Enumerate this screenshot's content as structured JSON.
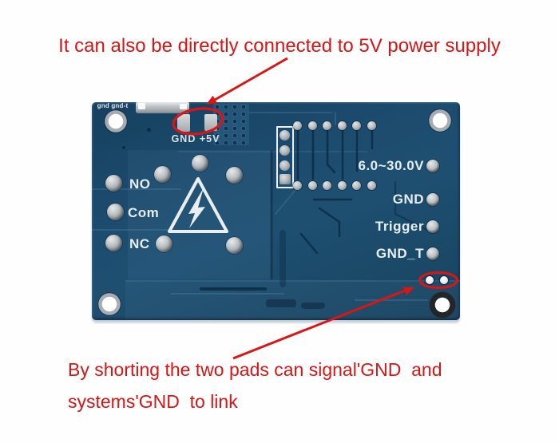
{
  "annotations": {
    "top_note": "It can also be directly connected to 5V power supply",
    "bottom_note_line1": "By shorting the two pads can signal'GND  and",
    "bottom_note_line2": "systems'GND  to link",
    "accent_color": "#d91515"
  },
  "board": {
    "power_pads_label": "GND +5V",
    "relay_pins": {
      "no": "NO",
      "com": "Com",
      "nc": "NC"
    },
    "right_pins": {
      "power": "6.0~30.0V",
      "gnd": "GND",
      "trigger": "Trigger",
      "gnd_t": "GND_T"
    },
    "jumper_pads_label": "gnd gnd-t",
    "colors": {
      "pcb_blue": "#1c4a6c",
      "silkscreen_white": "#e6eef3",
      "pad_silver": "#b6bbbf"
    }
  }
}
